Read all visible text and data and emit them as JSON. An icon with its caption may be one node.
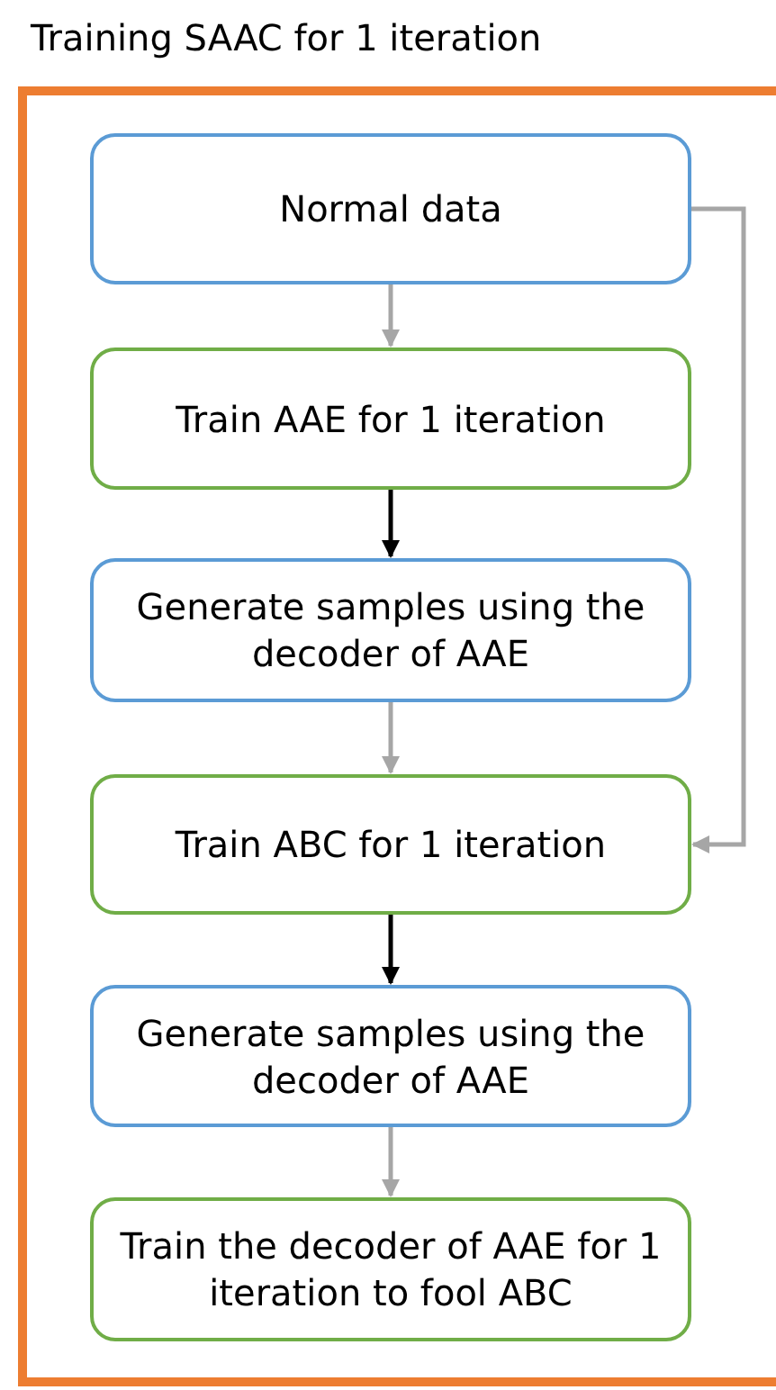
{
  "diagram": {
    "nodes": [
      {
        "text": [
          "Training SAAC for 1 iteration"
        ]
      },
      {
        "text": [
          "Normal data"
        ],
        "in": 0
      },
      {
        "text": [
          "Train AAE for 1 iteration"
        ],
        "in": 0
      },
      {
        "text": [
          "Generate samples using the decoder of AAE"
        ],
        "in": 0
      },
      {
        "text": [
          "Train ABC for 1 iteration"
        ],
        "in": 0
      },
      {
        "text": [
          "Generate samples using the decoder of AAE"
        ],
        "in": 0
      },
      {
        "text": [
          "Train the decoder of AAE for 1 iteration to fool ABC"
        ],
        "in": 0
      }
    ],
    "edges": [
      {
        "from": 1,
        "to": 2,
        "arrow": "to"
      },
      {
        "from": 2,
        "to": 3,
        "arrow": "to",
        "color": "#000000"
      },
      {
        "from": 3,
        "to": 4,
        "arrow": "to"
      },
      {
        "from": 4,
        "to": 5,
        "arrow": "to",
        "color": "#000000"
      },
      {
        "from": 5,
        "to": 6,
        "arrow": "to"
      },
      {
        "from": 1,
        "to": 4,
        "arrow": "to"
      }
    ]
  }
}
